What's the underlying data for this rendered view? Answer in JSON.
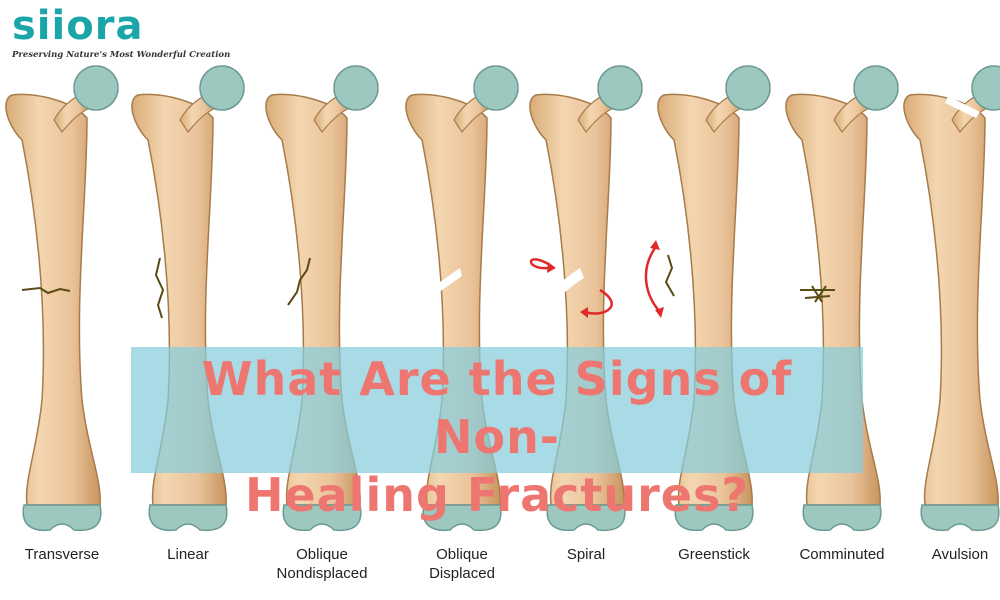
{
  "logo": {
    "wordmark": "siiora",
    "tagline": "Preserving Nature's Most Wonderful Creation"
  },
  "banner": {
    "title_line1": "What Are the Signs of Non-",
    "title_line2": "Healing Fractures?"
  },
  "fracture_types": [
    {
      "line1": "Transverse",
      "line2": ""
    },
    {
      "line1": "Linear",
      "line2": ""
    },
    {
      "line1": "Oblique",
      "line2": "Nondisplaced"
    },
    {
      "line1": "Oblique",
      "line2": "Displaced"
    },
    {
      "line1": "Spiral",
      "line2": ""
    },
    {
      "line1": "Greenstick",
      "line2": ""
    },
    {
      "line1": "Comminuted",
      "line2": ""
    },
    {
      "line1": "Avulsion",
      "line2": ""
    }
  ],
  "colors": {
    "bone": "#ebc79a",
    "bone_edge": "#a77b4a",
    "cartilage": "#9cc8c0",
    "fracture_line": "#5a4a14",
    "arrow": "#e02a2a",
    "banner_text": "#ee7670",
    "brand": "#1aa6a8"
  }
}
